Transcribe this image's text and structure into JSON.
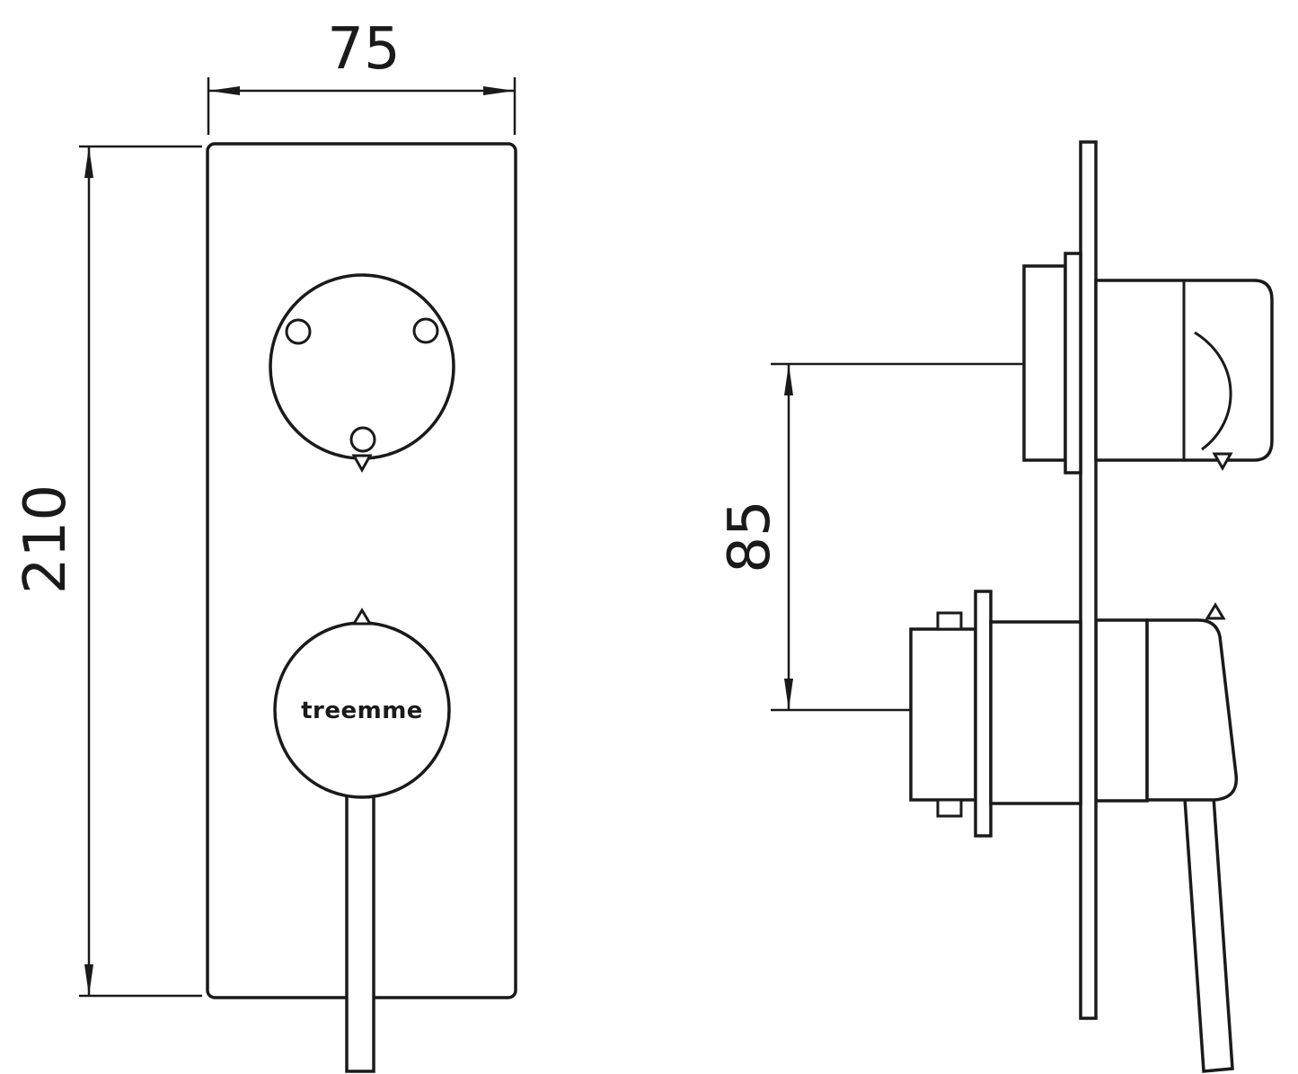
{
  "drawing": {
    "title_logo": "treemme",
    "dimensions": {
      "width": "75",
      "height": "210",
      "valve_center_spacing": "85"
    }
  },
  "colors": {
    "line": "#1a1a1a",
    "background": "#ffffff"
  }
}
